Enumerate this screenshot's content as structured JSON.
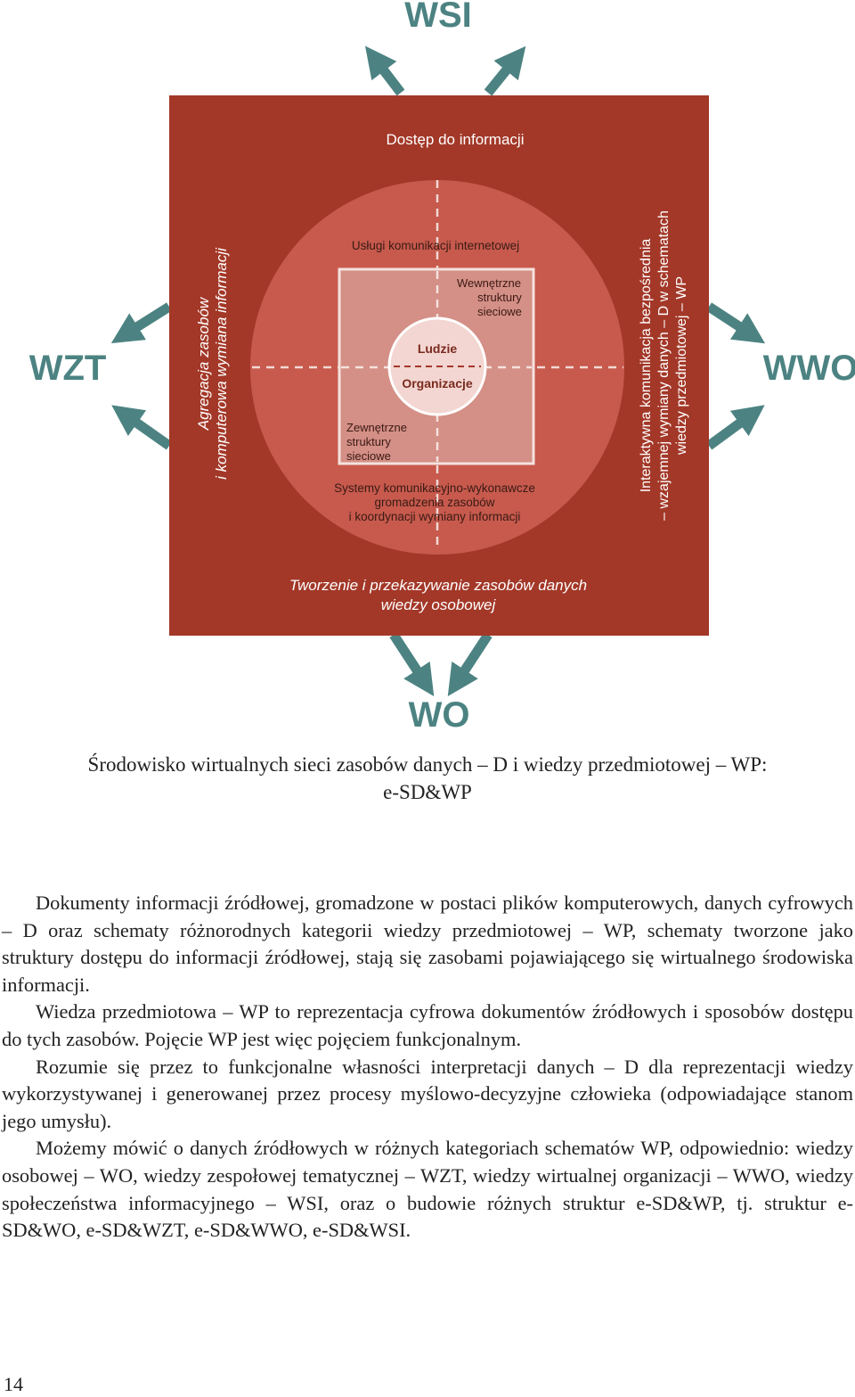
{
  "colors": {
    "square": "#a33828",
    "circle": "#c75a4d",
    "inner_square": "#d48f86",
    "core": "#f3d6d1",
    "arrow": "#4c8382",
    "label_teal": "#4c8382"
  },
  "diagram": {
    "corners": {
      "top": "WSI",
      "left": "WZT",
      "right": "WWO",
      "bottom": "WO"
    },
    "square_top": "Dostęp do informacji",
    "square_bottom": [
      "Tworzenie i przekazywanie zasobów danych",
      "wiedzy osobowej"
    ],
    "square_left": [
      "Agregacja zasobów",
      "i komputerowa wymiana informacji"
    ],
    "square_right": [
      "Interaktywna komunikacja bezpośrednia",
      "– wzajemnej wymiany danych – D w schematach",
      "wiedzy przedmiotowej – WP"
    ],
    "circle_top": "Usługi komunikacji internetowej",
    "circle_bottom": [
      "Systemy komunikacyjno-wykonawcze",
      "gromadzenia zasobów",
      "i koordynacji wymiany informacji"
    ],
    "inner_top_right": [
      "Wewnętrzne",
      "struktury",
      "sieciowe"
    ],
    "inner_bottom_left": [
      "Zewnętrzne",
      "struktury",
      "sieciowe"
    ],
    "core_top": "Ludzie",
    "core_bottom": "Organizacje"
  },
  "caption": {
    "line1": "Środowisko wirtualnych sieci zasobów danych – D i wiedzy przedmiotowej – WP:",
    "line2": "e-SD&WP"
  },
  "paragraphs": [
    "Dokumenty informacji źródłowej, gromadzone w postaci plików komputerowych, danych cyfrowych – D oraz schematy różnorodnych kategorii wiedzy przedmiotowej – WP, schematy tworzone jako struktury dostępu do informacji źródłowej, stają się zasobami pojawiającego się wirtualnego środowiska informacji.",
    "Wiedza przedmiotowa – WP to reprezentacja cyfrowa dokumentów źródłowych i sposobów dostępu do tych zasobów. Pojęcie WP jest więc pojęciem funkcjonalnym.",
    "Rozumie się przez to funkcjonalne własności interpretacji danych – D dla reprezentacji wiedzy wykorzystywanej i generowanej przez procesy myślowo-decyzyjne człowieka (odpowiadające stanom jego umysłu).",
    "Możemy mówić o danych źródłowych w różnych kategoriach schematów WP, odpowiednio: wiedzy osobowej – WO, wiedzy zespołowej tematycznej – WZT, wiedzy wirtualnej organizacji – WWO, wiedzy społeczeństwa informacyjnego – WSI, oraz o budowie różnych struktur e-SD&WP, tj. struktur e-SD&WO, e-SD&WZT, e-SD&WWO, e-SD&WSI."
  ],
  "page_number": "14"
}
